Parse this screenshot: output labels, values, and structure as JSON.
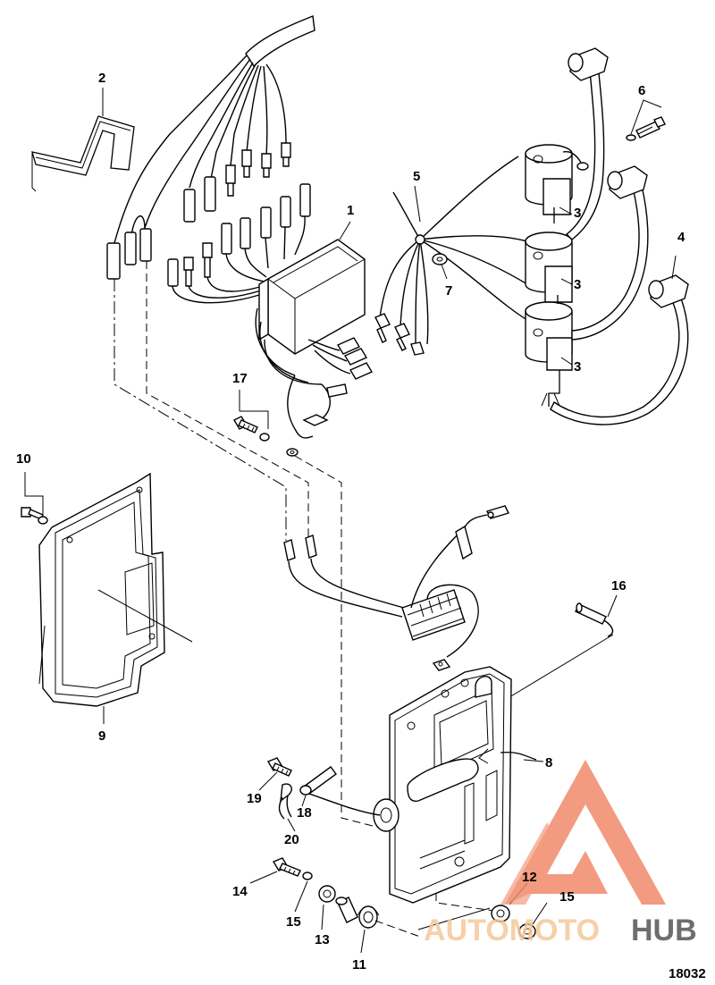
{
  "figure_number": "18032",
  "callouts": {
    "c1": "1",
    "c2": "2",
    "c3a": "3",
    "c3b": "3",
    "c3c": "3",
    "c4": "4",
    "c5": "5",
    "c6": "6",
    "c7": "7",
    "c8": "8",
    "c9": "9",
    "c10": "10",
    "c11": "11",
    "c12": "12",
    "c13": "13",
    "c14": "14",
    "c15a": "15",
    "c15b": "15",
    "c16": "16",
    "c17": "17",
    "c18": "18",
    "c19": "19",
    "c20": "20"
  },
  "watermark": {
    "part1": "AUTOMOTO",
    "part2": "HUB",
    "color_primary": "#f08a6a",
    "color_secondary": "#f5c89a",
    "color_dark": "#555555"
  }
}
